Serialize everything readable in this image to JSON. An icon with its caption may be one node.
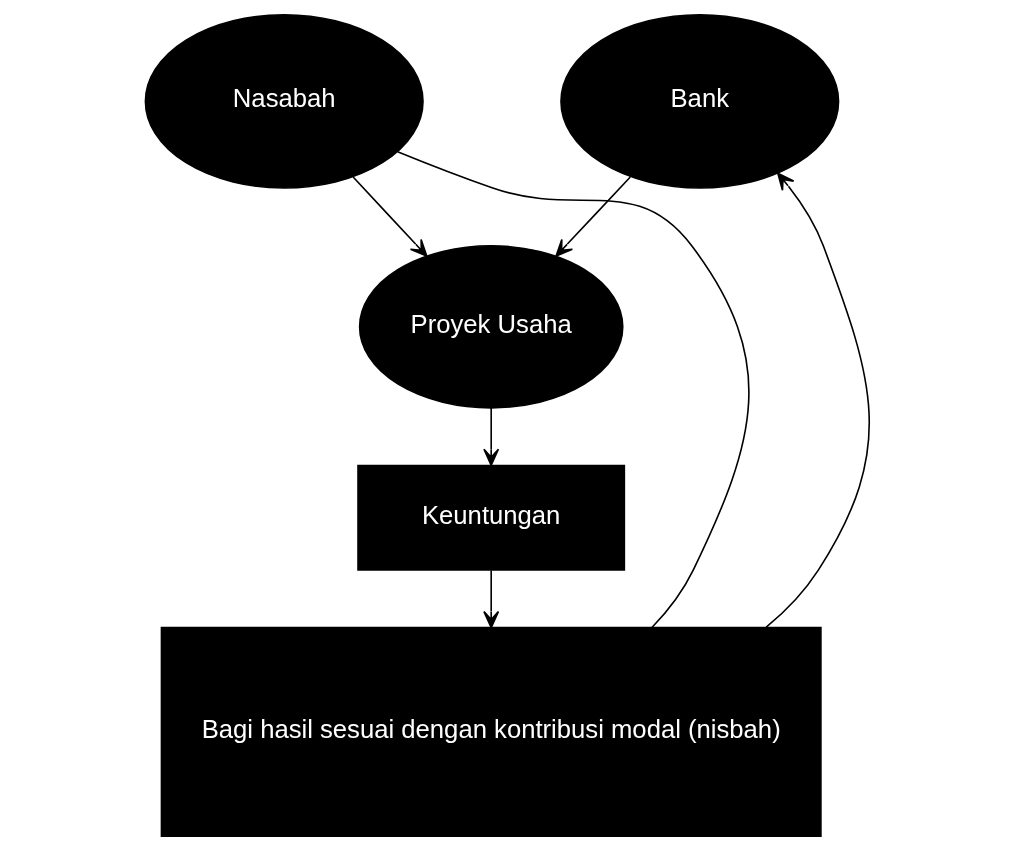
{
  "diagram": {
    "nodes": [
      {
        "text": [
          "Nasabah"
        ]
      },
      {
        "text": [
          "Bank"
        ]
      },
      {
        "text": [
          "Proyek Usaha"
        ]
      },
      {
        "text": [
          "Keuntungan"
        ]
      },
      {
        "text": [
          "Bagi hasil sesuai dengan kontribusi modal (nisbah)"
        ]
      }
    ],
    "edges": [
      {
        "from": 0,
        "to": 2,
        "arrow": "to"
      },
      {
        "from": 1,
        "to": 2,
        "arrow": "to"
      },
      {
        "from": 2,
        "to": 3,
        "arrow": "to"
      },
      {
        "from": 3,
        "to": 4,
        "arrow": "to"
      },
      {
        "from": 0,
        "to": 4,
        "arrow": "none"
      },
      {
        "from": 4,
        "to": 1,
        "arrow": "to"
      }
    ]
  }
}
